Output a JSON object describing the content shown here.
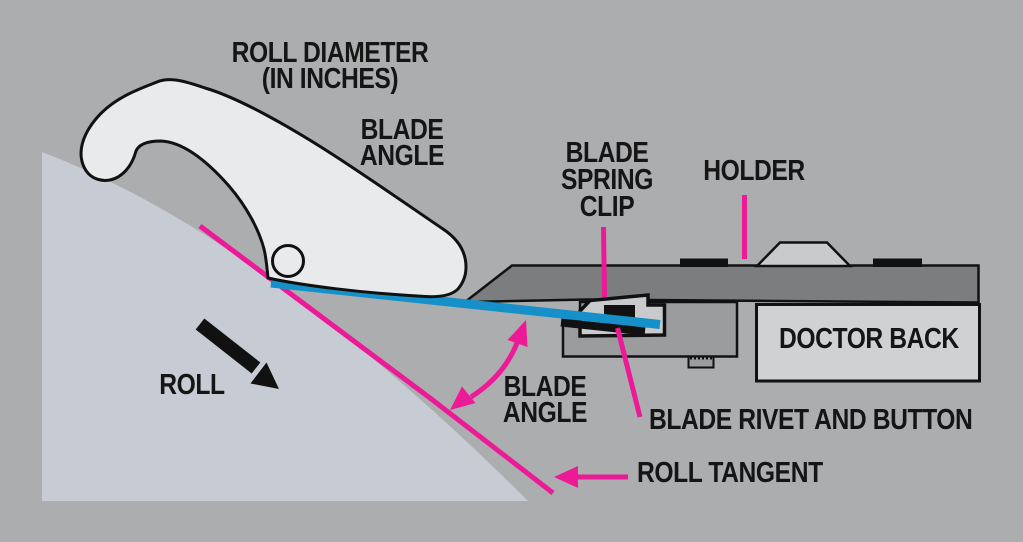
{
  "labels": {
    "roll_diameter_line1": "ROLL DIAMETER",
    "roll_diameter_line2": "(IN INCHES)",
    "blade_angle_top_line1": "BLADE",
    "blade_angle_top_line2": "ANGLE",
    "blade_spring_clip_line1": "BLADE",
    "blade_spring_clip_line2": "SPRING",
    "blade_spring_clip_line3": "CLIP",
    "holder": "HOLDER",
    "doctor_back": "DOCTOR BACK",
    "roll": "ROLL",
    "blade_angle_lower_line1": "BLADE",
    "blade_angle_lower_line2": "ANGLE",
    "blade_rivet_and_button": "BLADE RIVET AND BUTTON",
    "roll_tangent": "ROLL TANGENT"
  },
  "colors": {
    "background": "#ACADAF",
    "roll_surface": "#C7CCD4",
    "blade_holder_arm": "#E9EAEB",
    "holder_bar": "#7C7D7F",
    "support_block": "#9B9C9E",
    "spring_clip": "#C9CACC",
    "doctor_back_box": "#D0D1D3",
    "blade": "#1590C8",
    "annotation_magenta": "#EC1A96",
    "outline_black": "#111111",
    "text": "#151515"
  }
}
